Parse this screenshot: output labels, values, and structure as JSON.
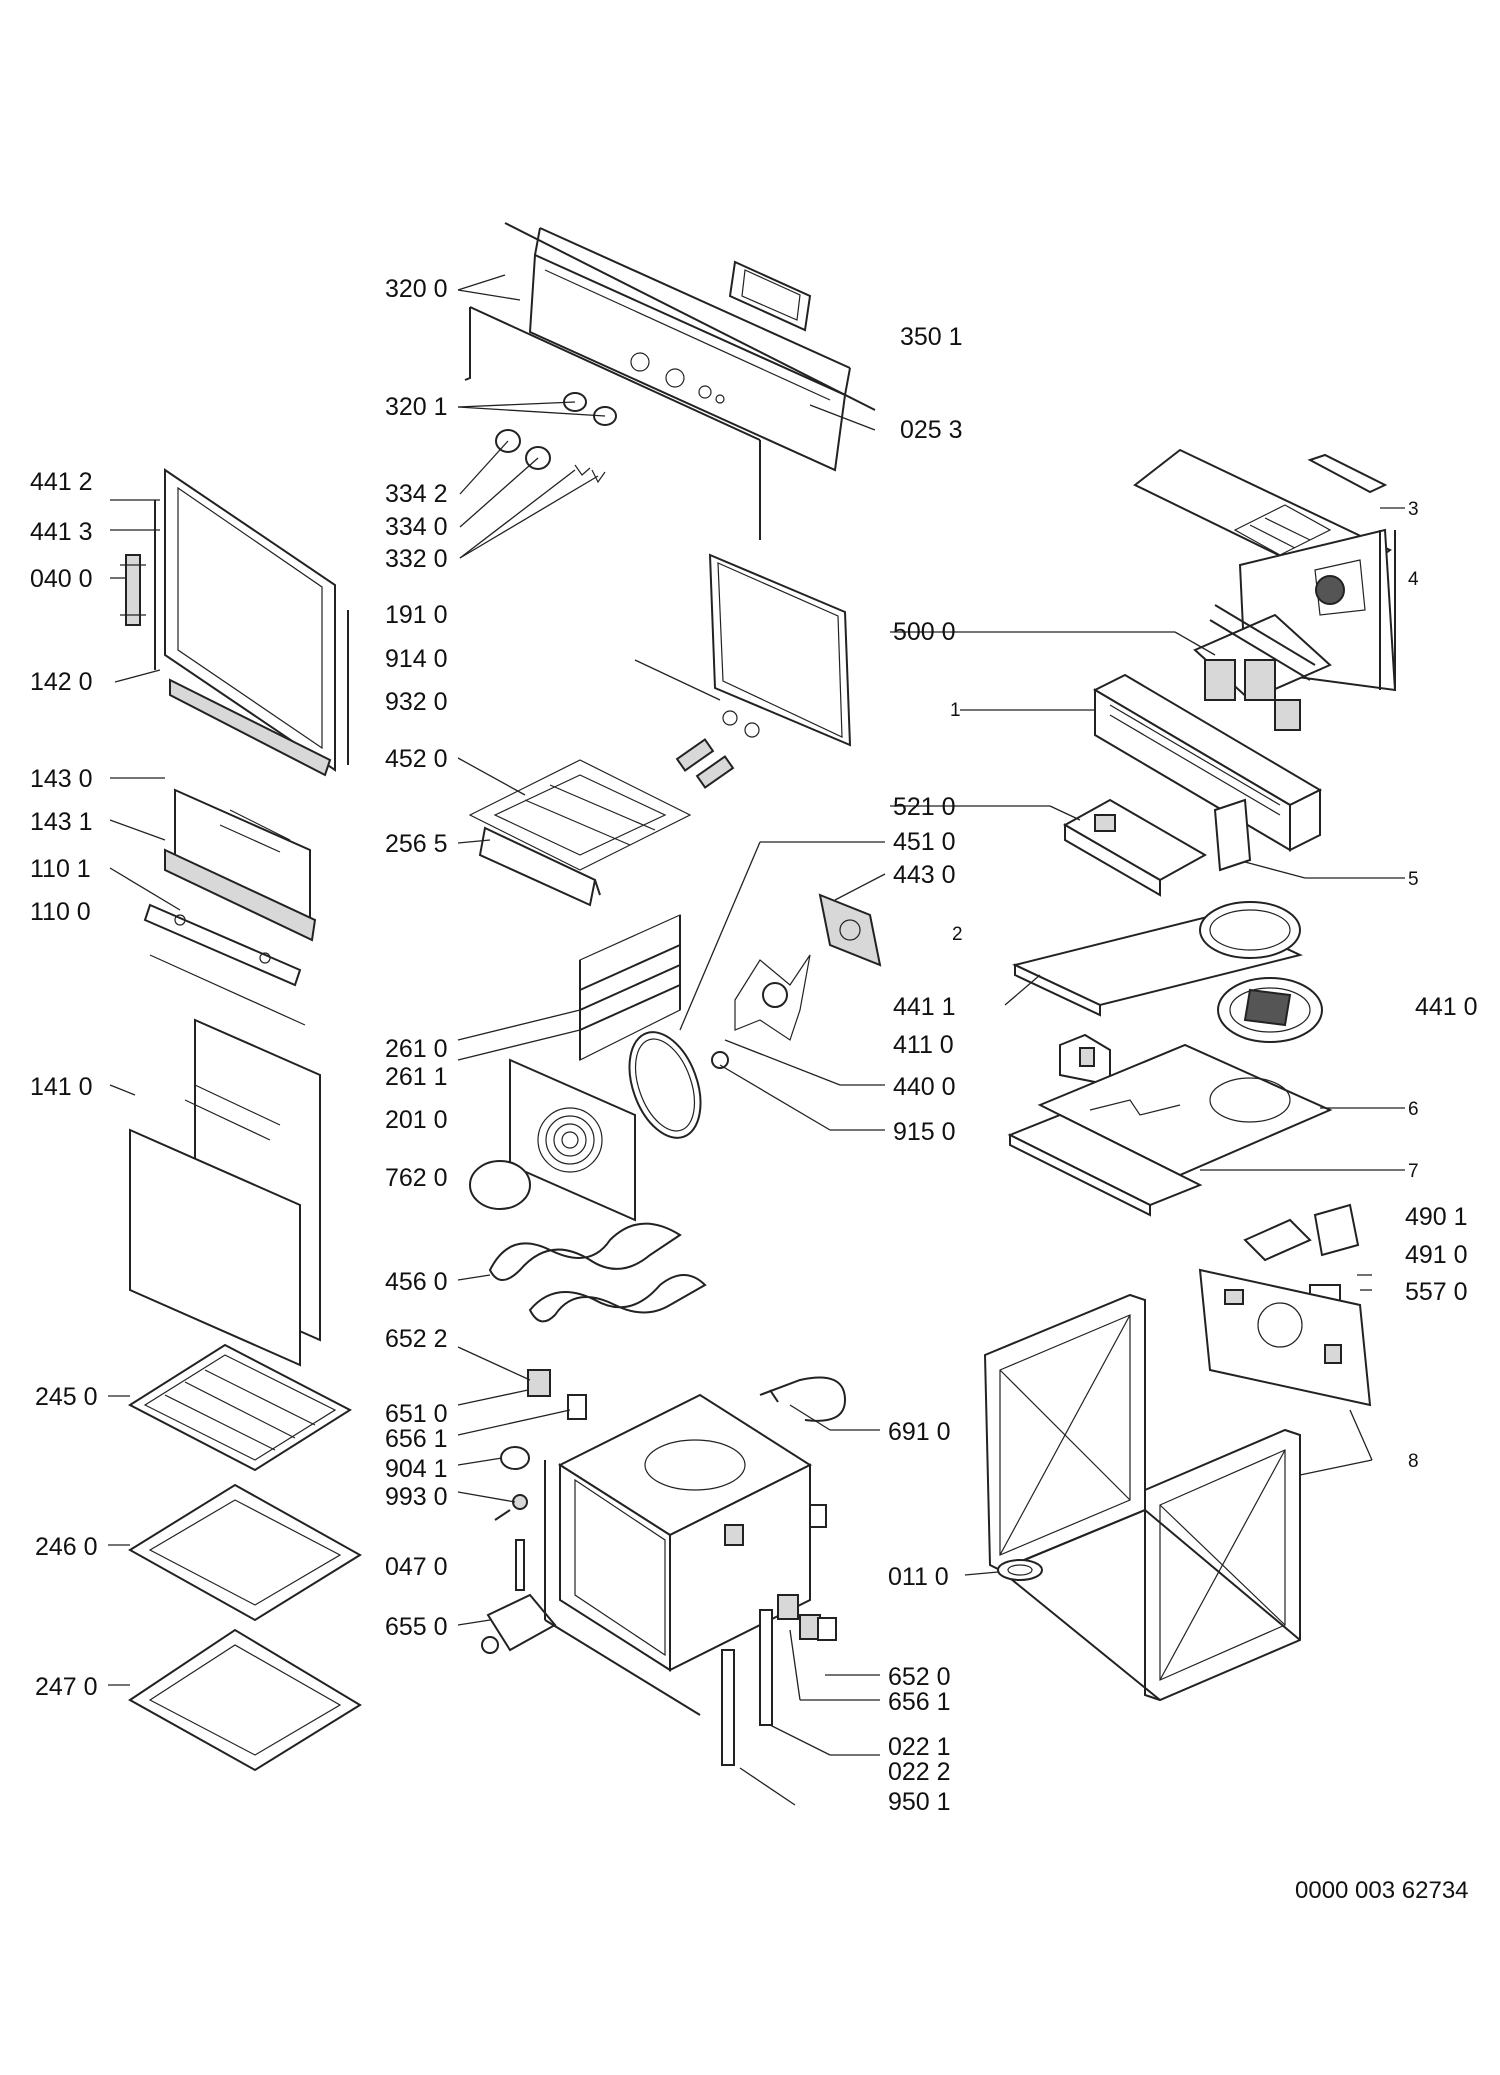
{
  "labels": {
    "p3200": "320 0",
    "p3501": "350 1",
    "p3201": "320 1",
    "p0253": "025 3",
    "p4412": "441 2",
    "p4413": "441 3",
    "p0400": "040 0",
    "p3342": "334 2",
    "p3340": "334 0",
    "p3320": "332 0",
    "p1910": "191 0",
    "p9140": "914 0",
    "p9320": "932 0",
    "p1420": "142 0",
    "p1430": "143 0",
    "p1431": "143 1",
    "p1101": "110 1",
    "p1100": "110 0",
    "p4520": "452 0",
    "p2565": "256 5",
    "p5000": "500 0",
    "p5210": "521 0",
    "p4510": "451 0",
    "p4430": "443 0",
    "p4411": "441 1",
    "p4110": "411 0",
    "p4400": "440 0",
    "p9150": "915 0",
    "p4410": "441 0",
    "p2610": "261 0",
    "p2611": "261 1",
    "p2010": "201 0",
    "p7620": "762 0",
    "p1410": "141 0",
    "p4560": "456 0",
    "p6522": "652 2",
    "p2450": "245 0",
    "p6510": "651 0",
    "p6561": "656 1",
    "p9041": "904 1",
    "p9930": "993 0",
    "p2460": "246 0",
    "p0470": "047 0",
    "p6550": "655 0",
    "p2470": "247 0",
    "p6910": "691 0",
    "p0110": "011 0",
    "p6520": "652 0",
    "p6561b": "656 1",
    "p0221": "022 1",
    "p0222": "022 2",
    "p9501": "950 1",
    "p4901": "490 1",
    "p4910": "491 0",
    "p5570": "557 0",
    "n1": "1",
    "n2": "2",
    "n3": "3",
    "n4": "4",
    "n5": "5",
    "n6": "6",
    "n7": "7",
    "n8": "8"
  },
  "document_number": "0000 003 62734"
}
